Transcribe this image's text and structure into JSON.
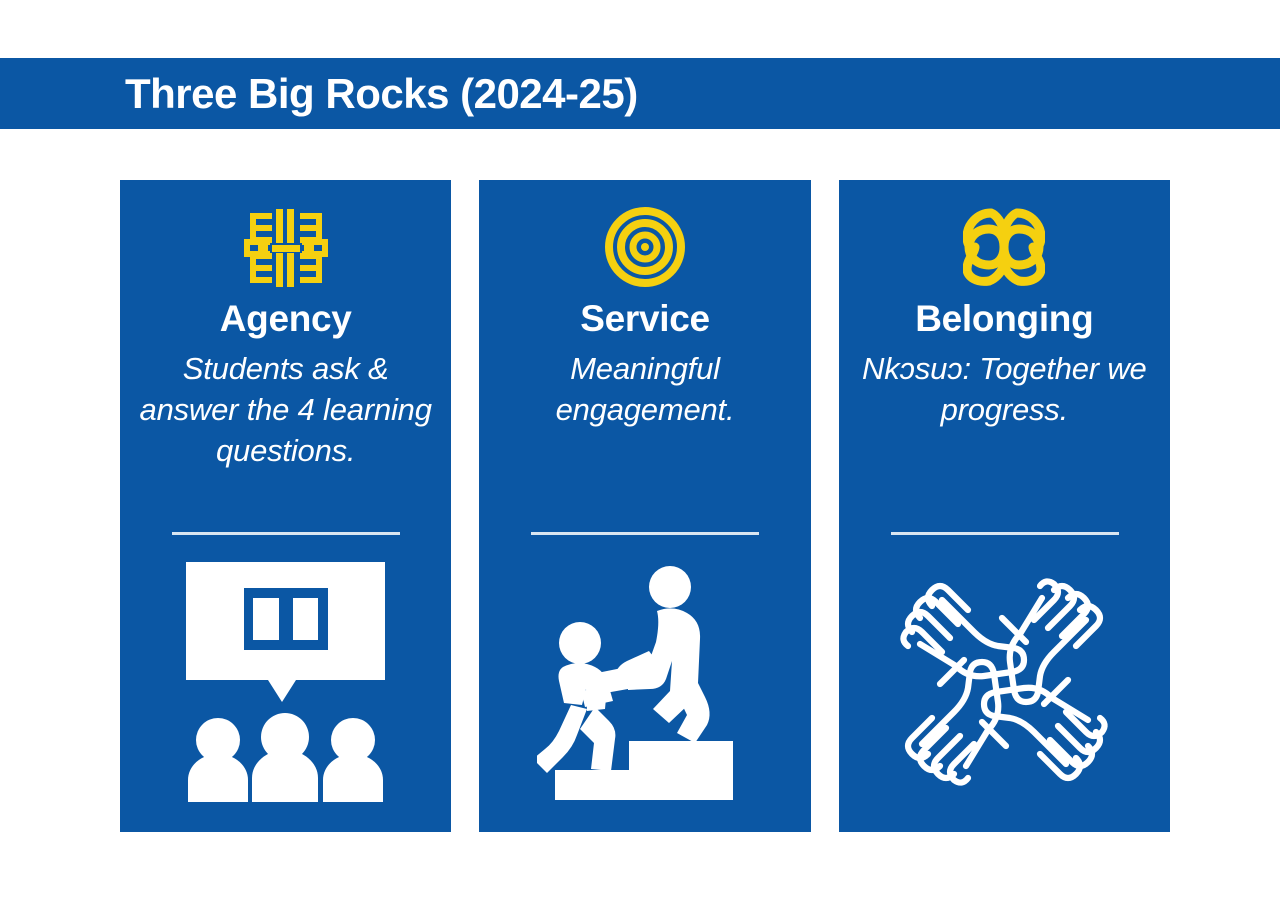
{
  "header": {
    "title": "Three Big Rocks (2024-25)",
    "background_color": "#0B57A4",
    "text_color": "#FFFFFF"
  },
  "theme": {
    "page_background": "#FFFFFF",
    "card_background": "#0B57A4",
    "accent_yellow": "#F5D010",
    "divider_color": "#D9E6F2",
    "text_color": "#FFFFFF"
  },
  "cards": [
    {
      "title": "Agency",
      "body": "Students ask & answer the 4 learning questions.",
      "symbol_name": "adinkra-woven-grid-symbol",
      "illustration_name": "speech-bubble-with-book-and-three-people-illustration"
    },
    {
      "title": "Service",
      "body": "Meaningful engagement.",
      "symbol_name": "target-bullseye-symbol",
      "illustration_name": "person-helping-another-up-steps-illustration"
    },
    {
      "title": "Belonging",
      "body": "Nkɔsuɔ: Together we progress.",
      "symbol_name": "adinkra-nkonsonkonson-chain-link-symbol",
      "illustration_name": "four-interlocking-hands-illustration"
    }
  ]
}
